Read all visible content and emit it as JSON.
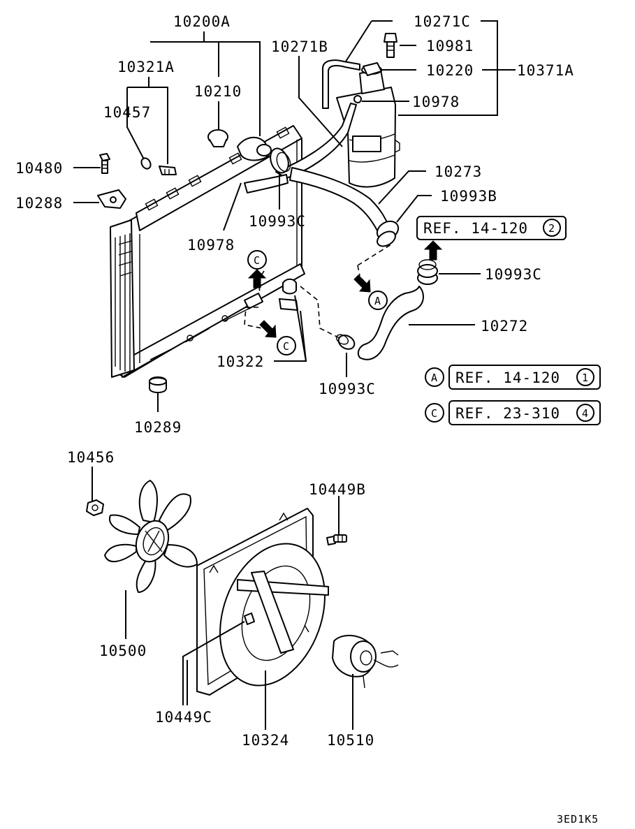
{
  "parts": {
    "p10200A": "10200A",
    "p10321A": "10321A",
    "p10210": "10210",
    "p10457": "10457",
    "p10480": "10480",
    "p10288": "10288",
    "p10978a": "10978",
    "p10993C_top": "10993C",
    "p10271B": "10271B",
    "p10271C": "10271C",
    "p10981": "10981",
    "p10220": "10220",
    "p10371A": "10371A",
    "p10978b": "10978",
    "p10273": "10273",
    "p10993B": "10993B",
    "p10993C_right": "10993C",
    "p10272": "10272",
    "p10322": "10322",
    "p10993C_bottom": "10993C",
    "p10289": "10289",
    "p10456": "10456",
    "p10449B": "10449B",
    "p10500": "10500",
    "p10449C": "10449C",
    "p10324": "10324",
    "p10510": "10510"
  },
  "refs": {
    "ref1_text": "REF. 14-120",
    "ref1_num": "2",
    "ref2_marker": "A",
    "ref2_text": "REF. 14-120",
    "ref2_num": "1",
    "ref3_marker": "C",
    "ref3_text": "REF. 23-310",
    "ref3_num": "4"
  },
  "markers": {
    "c_top": "C",
    "a_mid": "A",
    "c_low": "C"
  },
  "diagram_code": "3ED1K5"
}
